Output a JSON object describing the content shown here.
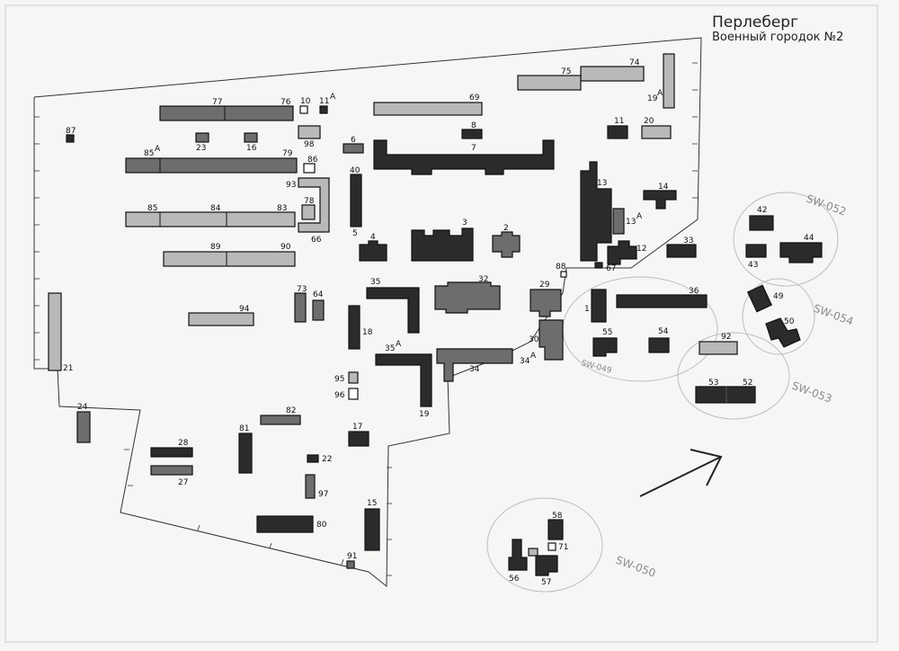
{
  "title": {
    "line1": "Перлеберг",
    "line2": "Военный городок №2"
  },
  "zones": [
    {
      "id": "zone-sw052",
      "label": "SW-052"
    },
    {
      "id": "zone-sw054",
      "label": "SW-054"
    },
    {
      "id": "zone-sw053",
      "label": "SW-053"
    },
    {
      "id": "zone-sw049",
      "label": "SW-049"
    },
    {
      "id": "zone-sw050",
      "label": "SW-050"
    }
  ],
  "building_labels": {
    "b74": "74",
    "b75": "75",
    "b19a": "19",
    "b69": "69",
    "b77": "77",
    "b76": "76",
    "b10": "10",
    "b11a": "11",
    "b87": "87",
    "b98": "98",
    "b23": "23",
    "b16": "16",
    "b8": "8",
    "b11": "11",
    "b20": "20",
    "b6": "6",
    "b7": "7",
    "b85a": "85",
    "b79": "79",
    "b86": "86",
    "b93": "93",
    "b78": "78",
    "b40": "40",
    "b5": "5",
    "b14": "14",
    "b13": "13",
    "b13a": "13",
    "b85": "85",
    "b84": "84",
    "b83": "83",
    "b66": "66",
    "b3": "3",
    "b2": "2",
    "b4": "4",
    "b12": "12",
    "b33": "33",
    "b42": "42",
    "b44": "44",
    "b43": "43",
    "b89": "89",
    "b90": "90",
    "b88": "88",
    "b67": "67",
    "b35": "35",
    "b32": "32",
    "b29": "29",
    "b36": "36",
    "b49": "49",
    "b73": "73",
    "b64": "64",
    "b94": "94",
    "b18": "18",
    "b1": "1",
    "b55": "55",
    "b54": "54",
    "b50": "50",
    "b30": "30",
    "b92": "92",
    "b35a": "35",
    "b34": "34",
    "b34a": "34",
    "b21": "21",
    "b95": "95",
    "b96": "96",
    "b19": "19",
    "b53": "53",
    "b52": "52",
    "b24": "24",
    "b82": "82",
    "b17": "17",
    "b81": "81",
    "b28": "28",
    "b27": "27",
    "b22": "22",
    "b97": "97",
    "b15": "15",
    "b80": "80",
    "b91": "91",
    "b58": "58",
    "b71": "71",
    "b56": "56",
    "b57": "57"
  },
  "superscripts": {
    "b19a": "А",
    "b11a": "А",
    "b85a": "А",
    "b13a": "А",
    "b35a": "А",
    "b34a": "А"
  },
  "colors": {
    "dark": "#2b2b2b",
    "medium": "#6d6d6d",
    "light": "#b9b9b9",
    "zone_outline": "#bdbdbd"
  }
}
